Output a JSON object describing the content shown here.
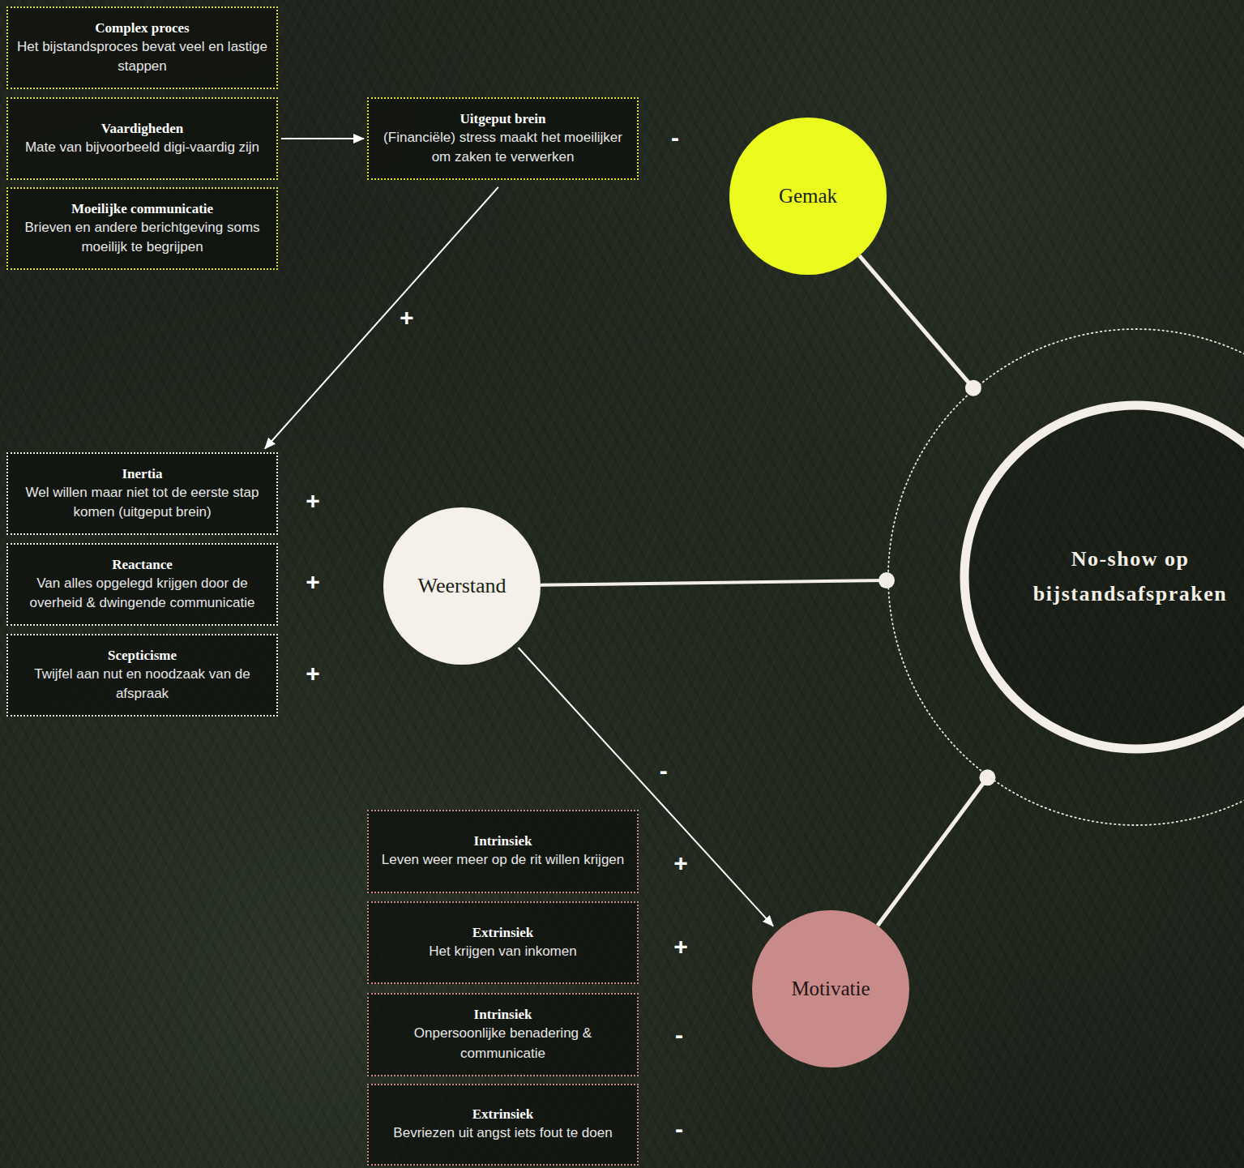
{
  "diagram": {
    "nodes": [
      {
        "text": [
          "Complex proces",
          "Het bijstandsproces bevat veel en lastige stappen"
        ]
      },
      {
        "text": [
          "Vaardigheden",
          "Mate van bijvoorbeeld digi-vaardig zijn"
        ]
      },
      {
        "text": [
          "Moeilijke communicatie",
          "Brieven en andere berichtgeving soms moeilijk te begrijpen"
        ]
      },
      {
        "text": [
          "Uitgeput brein",
          "(Financiële) stress maakt het moeilijker om zaken te verwerken"
        ]
      },
      {
        "text": [
          "Gemak"
        ]
      },
      {
        "text": [
          "Inertia",
          "Wel willen maar niet tot de eerste stap komen (uitgeput brein)"
        ]
      },
      {
        "text": [
          "Reactance",
          "Van alles opgelegd krijgen door de overheid & dwingende communicatie"
        ]
      },
      {
        "text": [
          "Scepticisme",
          "Twijfel aan nut en noodzaak van de afspraak"
        ]
      },
      {
        "text": [
          "Weerstand"
        ]
      },
      {
        "text": [
          "No-show op bijstandsafspraken"
        ]
      },
      {
        "text": [
          "Intrinsiek",
          "Leven weer meer op de rit willen krijgen"
        ]
      },
      {
        "text": [
          "Extrinsiek",
          "Het krijgen van inkomen"
        ]
      },
      {
        "text": [
          "Intrinsiek",
          "Onpersoonlijke benadering & communicatie"
        ]
      },
      {
        "text": [
          "Extrinsiek",
          "Bevriezen uit angst iets fout te doen"
        ]
      },
      {
        "text": [
          "Motivatie"
        ]
      }
    ],
    "edges": [
      {
        "from": 1,
        "to": 3,
        "arrow": "to"
      },
      {
        "from": 3,
        "to": 5,
        "label": "+",
        "arrow": "to"
      },
      {
        "from": 4,
        "to": 9,
        "arrow": "none"
      },
      {
        "from": 8,
        "to": 9,
        "arrow": "none"
      },
      {
        "from": 8,
        "to": 14,
        "label": "-",
        "arrow": "to"
      },
      {
        "from": 14,
        "to": 9,
        "arrow": "none"
      }
    ],
    "labels": [
      "-",
      "+",
      "+",
      "+",
      "+",
      "+",
      "-",
      "-"
    ]
  }
}
